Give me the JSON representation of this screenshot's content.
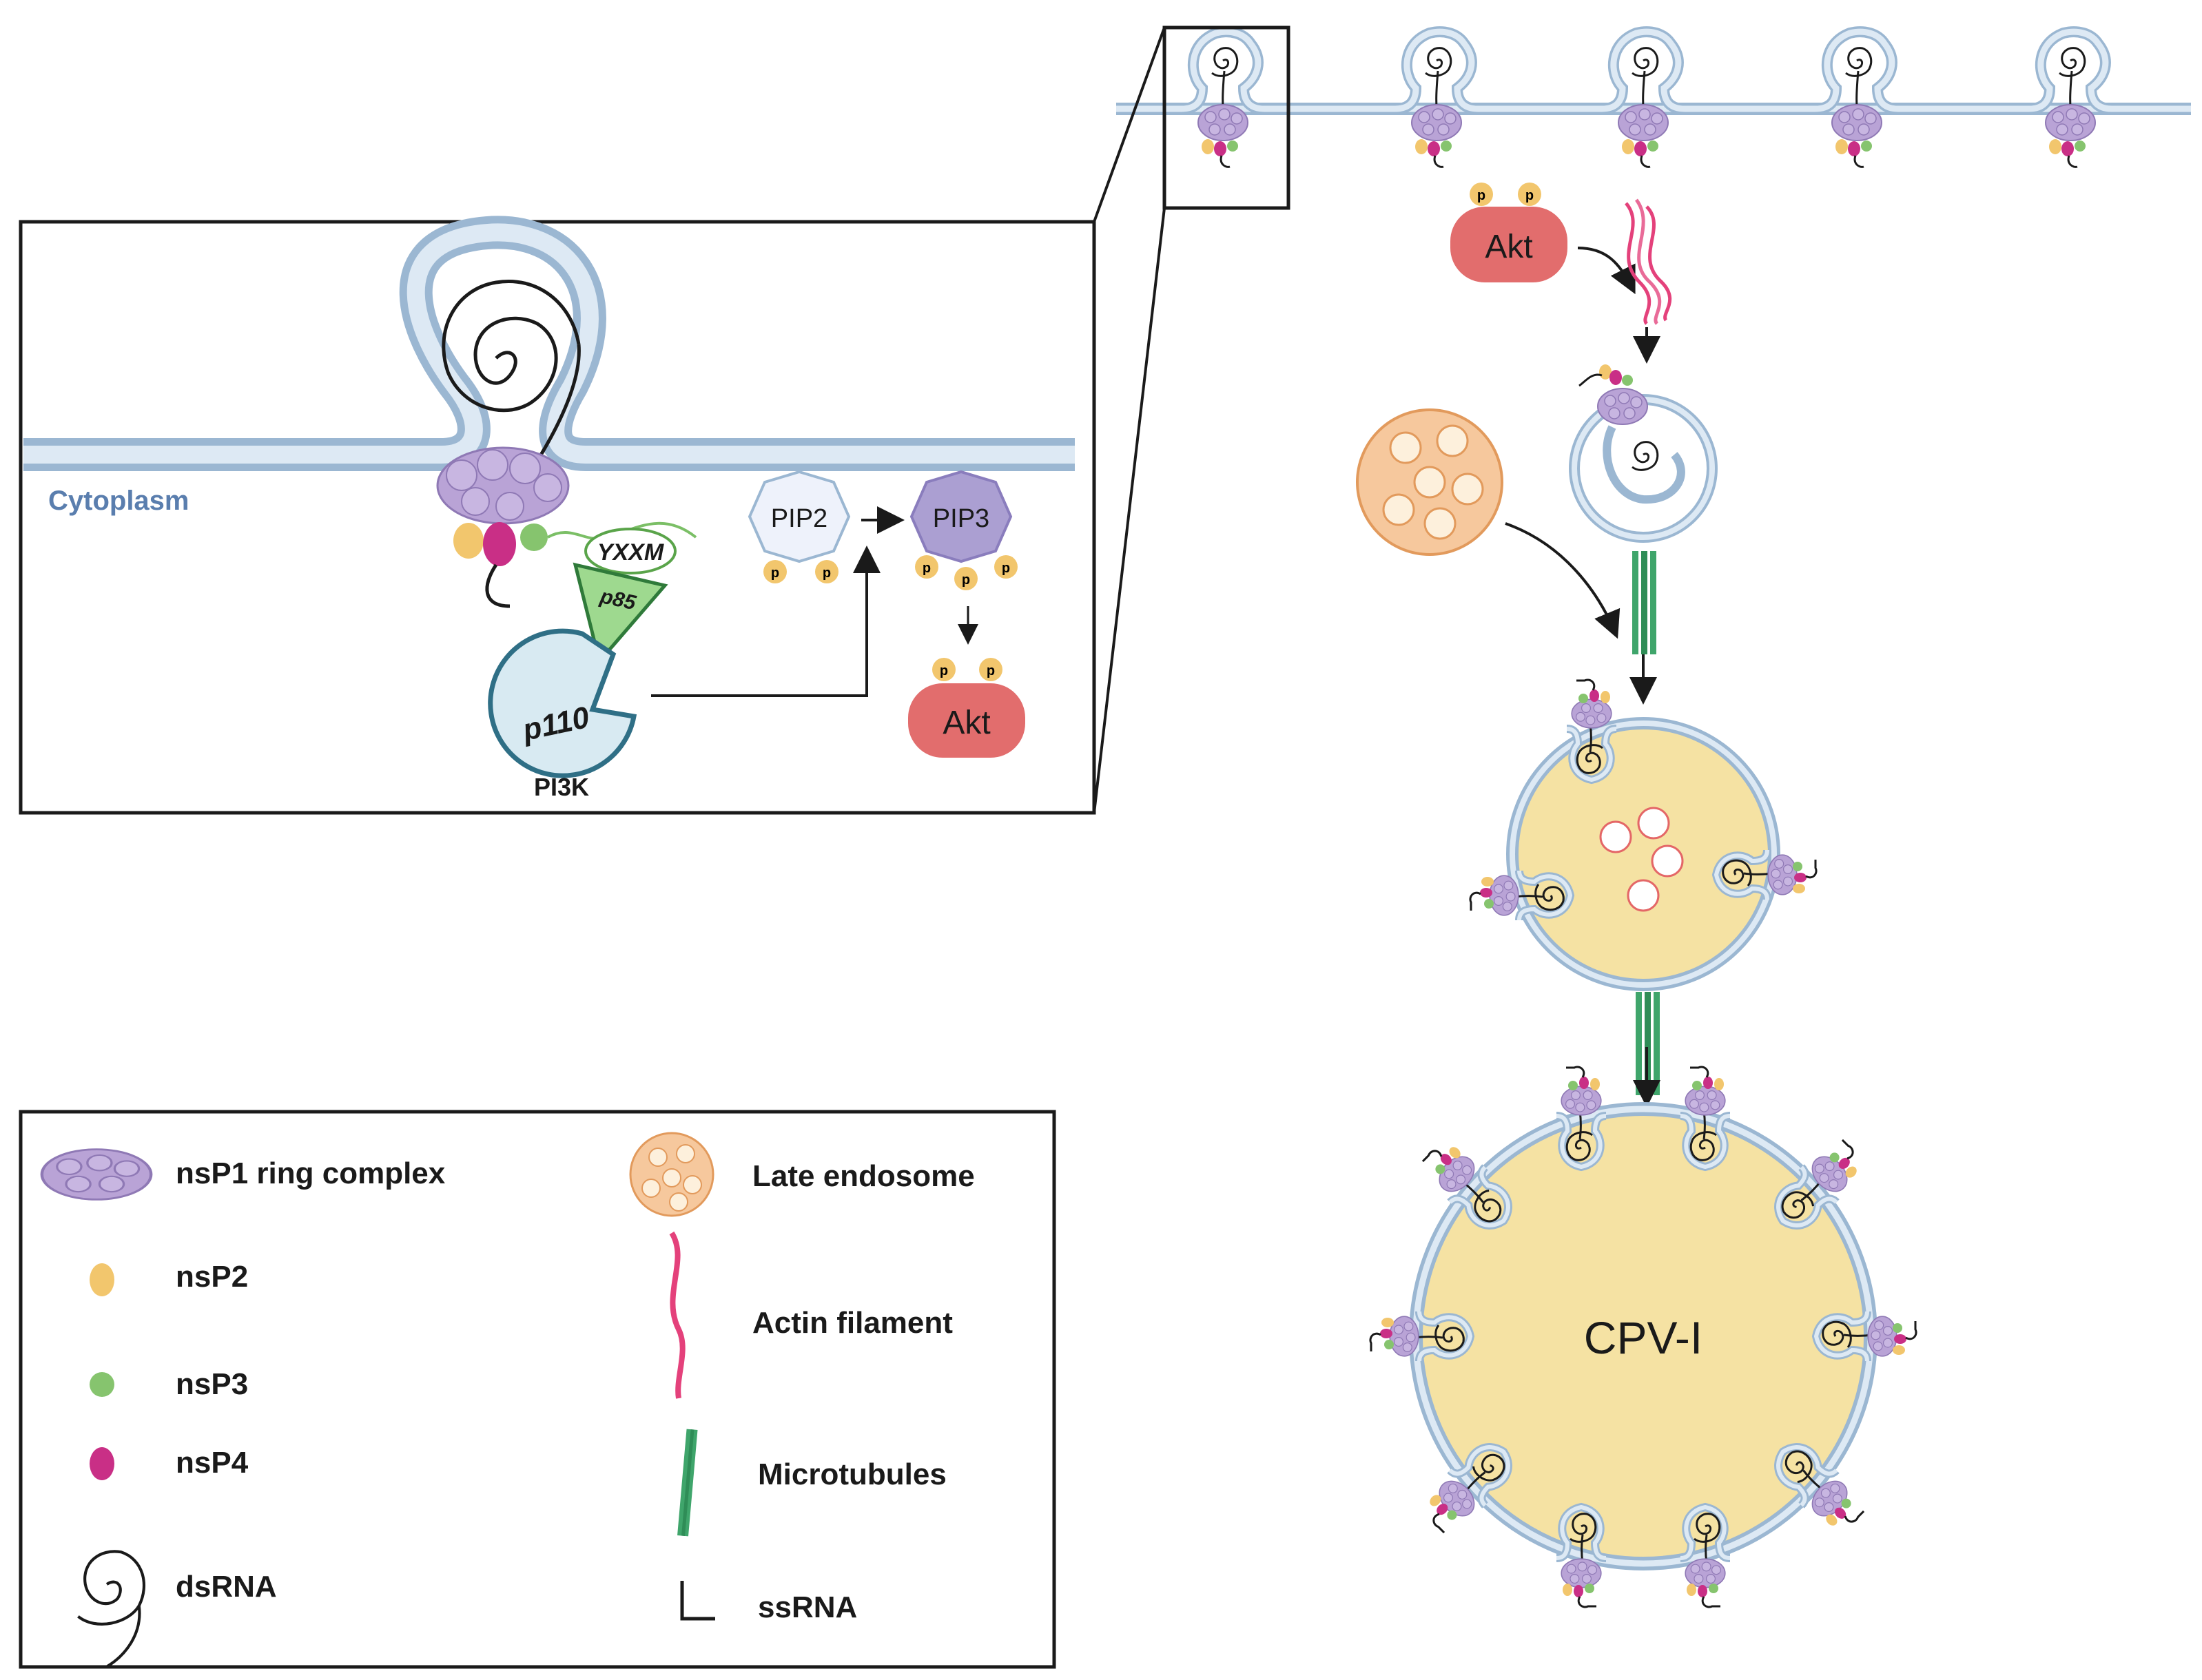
{
  "inset": {
    "cytoplasm_label": "Cytoplasm",
    "yxxm_label": "YXXM",
    "p85_label": "p85",
    "p110_label": "p110",
    "pi3k_label": "PI3K",
    "pip2_label": "PIP2",
    "pip3_label": "PIP3",
    "akt_label": "Akt",
    "phospho_label": "p"
  },
  "pathway": {
    "akt_label": "Akt",
    "cpv_label": "CPV-I",
    "phospho_label": "p"
  },
  "legend": {
    "items": [
      {
        "key": "nsp1",
        "label": "nsP1 ring complex"
      },
      {
        "key": "nsp2",
        "label": "nsP2"
      },
      {
        "key": "nsp3",
        "label": "nsP3"
      },
      {
        "key": "nsp4",
        "label": "nsP4"
      },
      {
        "key": "dsrna",
        "label": "dsRNA"
      },
      {
        "key": "late_endosome",
        "label": "Late endosome"
      },
      {
        "key": "actin",
        "label": "Actin filament"
      },
      {
        "key": "microtubules",
        "label": "Microtubules"
      },
      {
        "key": "ssrna",
        "label": "ssRNA"
      }
    ]
  },
  "colors": {
    "membrane_fill": "#c7d9ea",
    "membrane_line": "#9bb7d2",
    "nsp1": "#b9a3d6",
    "nsp2": "#f2c66d",
    "nsp3": "#86c46e",
    "nsp4": "#c92f86",
    "akt": "#e26d6d",
    "pip2": "#eef2fb",
    "pip3": "#ab9fd2",
    "late_endosome": "#f6c89d",
    "cpv": "#f5e2a3",
    "actin": "#e4417b",
    "microtubule": "#3fa56b",
    "pi3k": "#d8eaf2",
    "pi3k_line": "#2f6f86",
    "p85": "#9ed98f",
    "cytoplasm_text": "#5a7eae"
  }
}
